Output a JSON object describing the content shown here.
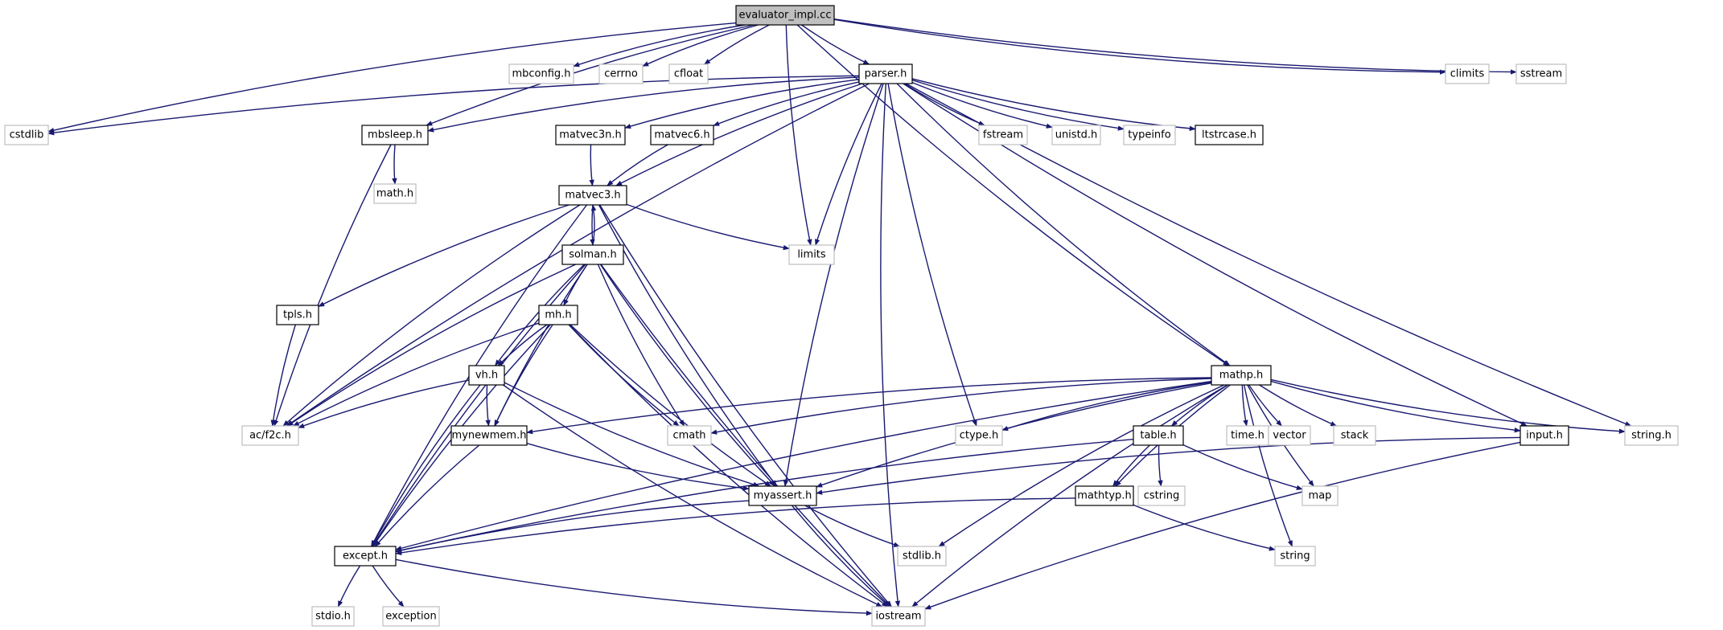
{
  "colors": {
    "edge": "#191970",
    "project_node_border": "#000000",
    "system_node_border": "#bfbfbf",
    "root_node_fill": "#bfbfbf",
    "node_fill": "#ffffff"
  },
  "nodes": [
    {
      "id": "evaluator_impl",
      "label": "evaluator_impl.cc",
      "kind": "root"
    },
    {
      "id": "mbconfig",
      "label": "mbconfig.h",
      "kind": "system"
    },
    {
      "id": "cerrno",
      "label": "cerrno",
      "kind": "system"
    },
    {
      "id": "cfloat",
      "label": "cfloat",
      "kind": "system"
    },
    {
      "id": "parser",
      "label": "parser.h",
      "kind": "project"
    },
    {
      "id": "climits",
      "label": "climits",
      "kind": "system"
    },
    {
      "id": "sstream",
      "label": "sstream",
      "kind": "system"
    },
    {
      "id": "cstdlib",
      "label": "cstdlib",
      "kind": "system"
    },
    {
      "id": "mbsleep",
      "label": "mbsleep.h",
      "kind": "project"
    },
    {
      "id": "matvec3n",
      "label": "matvec3n.h",
      "kind": "project"
    },
    {
      "id": "matvec6",
      "label": "matvec6.h",
      "kind": "project"
    },
    {
      "id": "fstream",
      "label": "fstream",
      "kind": "system"
    },
    {
      "id": "unistd",
      "label": "unistd.h",
      "kind": "system"
    },
    {
      "id": "typeinfo",
      "label": "typeinfo",
      "kind": "system"
    },
    {
      "id": "ltstrcase",
      "label": "ltstrcase.h",
      "kind": "project"
    },
    {
      "id": "math",
      "label": "math.h",
      "kind": "system"
    },
    {
      "id": "matvec3",
      "label": "matvec3.h",
      "kind": "project"
    },
    {
      "id": "limits",
      "label": "limits",
      "kind": "system"
    },
    {
      "id": "solman",
      "label": "solman.h",
      "kind": "project"
    },
    {
      "id": "tpls",
      "label": "tpls.h",
      "kind": "project"
    },
    {
      "id": "mh",
      "label": "mh.h",
      "kind": "project"
    },
    {
      "id": "mathp",
      "label": "mathp.h",
      "kind": "project"
    },
    {
      "id": "vh",
      "label": "vh.h",
      "kind": "project"
    },
    {
      "id": "f2c",
      "label": "ac/f2c.h",
      "kind": "system"
    },
    {
      "id": "cmath",
      "label": "cmath",
      "kind": "system"
    },
    {
      "id": "mynewmem",
      "label": "mynewmem.h",
      "kind": "project"
    },
    {
      "id": "ctype",
      "label": "ctype.h",
      "kind": "system"
    },
    {
      "id": "table",
      "label": "table.h",
      "kind": "project"
    },
    {
      "id": "time",
      "label": "time.h",
      "kind": "system"
    },
    {
      "id": "vector",
      "label": "vector",
      "kind": "system"
    },
    {
      "id": "stack",
      "label": "stack",
      "kind": "system"
    },
    {
      "id": "input",
      "label": "input.h",
      "kind": "project"
    },
    {
      "id": "stringh",
      "label": "string.h",
      "kind": "system"
    },
    {
      "id": "cstring",
      "label": "cstring",
      "kind": "system"
    },
    {
      "id": "map",
      "label": "map",
      "kind": "system"
    },
    {
      "id": "myassert",
      "label": "myassert.h",
      "kind": "project"
    },
    {
      "id": "mathtyp",
      "label": "mathtyp.h",
      "kind": "project"
    },
    {
      "id": "stdlib",
      "label": "stdlib.h",
      "kind": "system"
    },
    {
      "id": "string",
      "label": "string",
      "kind": "system"
    },
    {
      "id": "except",
      "label": "except.h",
      "kind": "project"
    },
    {
      "id": "stdio",
      "label": "stdio.h",
      "kind": "system"
    },
    {
      "id": "exception",
      "label": "exception",
      "kind": "system"
    },
    {
      "id": "iostream",
      "label": "iostream",
      "kind": "system"
    }
  ],
  "edges": [
    [
      "evaluator_impl",
      "mbconfig"
    ],
    [
      "evaluator_impl",
      "cerrno"
    ],
    [
      "evaluator_impl",
      "cfloat"
    ],
    [
      "evaluator_impl",
      "parser"
    ],
    [
      "evaluator_impl",
      "climits"
    ],
    [
      "evaluator_impl",
      "sstream"
    ],
    [
      "evaluator_impl",
      "cstdlib"
    ],
    [
      "evaluator_impl",
      "mbsleep"
    ],
    [
      "evaluator_impl",
      "limits"
    ],
    [
      "evaluator_impl",
      "mathp"
    ],
    [
      "parser",
      "cstdlib"
    ],
    [
      "parser",
      "mbsleep"
    ],
    [
      "parser",
      "matvec3n"
    ],
    [
      "parser",
      "matvec6"
    ],
    [
      "parser",
      "matvec3"
    ],
    [
      "parser",
      "fstream"
    ],
    [
      "parser",
      "unistd"
    ],
    [
      "parser",
      "typeinfo"
    ],
    [
      "parser",
      "ltstrcase"
    ],
    [
      "parser",
      "limits"
    ],
    [
      "parser",
      "f2c"
    ],
    [
      "parser",
      "myassert"
    ],
    [
      "parser",
      "ctype"
    ],
    [
      "parser",
      "mathp"
    ],
    [
      "parser",
      "input"
    ],
    [
      "parser",
      "stringh"
    ],
    [
      "parser",
      "iostream"
    ],
    [
      "mbsleep",
      "math"
    ],
    [
      "mbsleep",
      "f2c"
    ],
    [
      "matvec3n",
      "matvec3"
    ],
    [
      "matvec6",
      "matvec3"
    ],
    [
      "matvec3",
      "solman"
    ],
    [
      "matvec3",
      "limits"
    ],
    [
      "matvec3",
      "tpls"
    ],
    [
      "matvec3",
      "f2c"
    ],
    [
      "matvec3",
      "except"
    ],
    [
      "matvec3",
      "myassert"
    ],
    [
      "matvec3",
      "iostream"
    ],
    [
      "solman",
      "matvec3"
    ],
    [
      "solman",
      "mh"
    ],
    [
      "solman",
      "vh"
    ],
    [
      "solman",
      "f2c"
    ],
    [
      "solman",
      "cmath"
    ],
    [
      "solman",
      "mynewmem"
    ],
    [
      "solman",
      "myassert"
    ],
    [
      "solman",
      "except"
    ],
    [
      "solman",
      "iostream"
    ],
    [
      "tpls",
      "f2c"
    ],
    [
      "mh",
      "vh"
    ],
    [
      "mh",
      "f2c"
    ],
    [
      "mh",
      "cmath"
    ],
    [
      "mh",
      "mynewmem"
    ],
    [
      "mh",
      "myassert"
    ],
    [
      "mh",
      "except"
    ],
    [
      "mh",
      "iostream"
    ],
    [
      "vh",
      "f2c"
    ],
    [
      "vh",
      "mynewmem"
    ],
    [
      "vh",
      "myassert"
    ],
    [
      "vh",
      "except"
    ],
    [
      "vh",
      "iostream"
    ],
    [
      "mathp",
      "mynewmem"
    ],
    [
      "mathp",
      "cmath"
    ],
    [
      "mathp",
      "ctype"
    ],
    [
      "mathp",
      "table"
    ],
    [
      "mathp",
      "time"
    ],
    [
      "mathp",
      "vector"
    ],
    [
      "mathp",
      "stack"
    ],
    [
      "mathp",
      "input"
    ],
    [
      "mathp",
      "stringh"
    ],
    [
      "mathp",
      "map"
    ],
    [
      "mathp",
      "myassert"
    ],
    [
      "mathp",
      "mathtyp"
    ],
    [
      "mathp",
      "stdlib"
    ],
    [
      "mathp",
      "string"
    ],
    [
      "mathp",
      "except"
    ],
    [
      "mathp",
      "iostream"
    ],
    [
      "table",
      "cstring"
    ],
    [
      "table",
      "map"
    ],
    [
      "table",
      "mathtyp"
    ],
    [
      "table",
      "except"
    ],
    [
      "input",
      "myassert"
    ],
    [
      "input",
      "iostream"
    ],
    [
      "mynewmem",
      "myassert"
    ],
    [
      "mynewmem",
      "except"
    ],
    [
      "myassert",
      "except"
    ],
    [
      "myassert",
      "stdlib"
    ],
    [
      "myassert",
      "iostream"
    ],
    [
      "mathtyp",
      "except"
    ],
    [
      "mathtyp",
      "string"
    ],
    [
      "except",
      "stdio"
    ],
    [
      "except",
      "exception"
    ],
    [
      "except",
      "iostream"
    ]
  ]
}
